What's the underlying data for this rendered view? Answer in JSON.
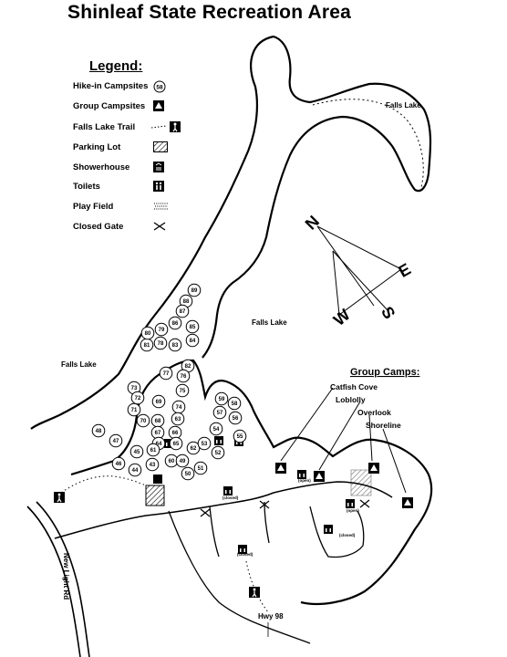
{
  "title": "Shinleaf State Recreation Area",
  "legend": {
    "title": "Legend:",
    "items": [
      {
        "label": "Hike-in Campsites",
        "symbol": "58"
      },
      {
        "label": "Group Campsites",
        "symbol": "group-campsite-icon"
      },
      {
        "label": "Falls Lake Trail",
        "symbol": "hiker-icon"
      },
      {
        "label": "Parking Lot",
        "symbol": "hatched-square-icon"
      },
      {
        "label": "Showerhouse",
        "symbol": "showerhouse-icon"
      },
      {
        "label": "Toilets",
        "symbol": "toilet-icon"
      },
      {
        "label": "Play Field",
        "symbol": "play-field-icon"
      },
      {
        "label": "Closed Gate",
        "symbol": "closed-gate-icon"
      }
    ]
  },
  "water_labels": [
    "Falls Lake",
    "Falls Lake",
    "Falls Lake"
  ],
  "compass": [
    "N",
    "E",
    "S",
    "W"
  ],
  "group_camps": {
    "title": "Group Camps:",
    "names": [
      "Catfish Cove",
      "Loblolly",
      "Overlook",
      "Shoreline"
    ]
  },
  "roads": [
    "New Light Rd",
    "Hwy 98"
  ],
  "toilet_tags": [
    "(open)",
    "(open)",
    "(closed)",
    "(closed)",
    "(closed)"
  ],
  "campsites": [
    "89",
    "88",
    "87",
    "86",
    "85",
    "84",
    "83",
    "82",
    "81",
    "80",
    "79",
    "78",
    "77",
    "76",
    "75",
    "74",
    "73",
    "72",
    "71",
    "70",
    "69",
    "68",
    "67",
    "66",
    "65",
    "64",
    "63",
    "62",
    "61",
    "60",
    "59",
    "58",
    "57",
    "56",
    "55",
    "54",
    "53",
    "52",
    "51",
    "50",
    "49",
    "48",
    "47",
    "46",
    "45",
    "44",
    "43"
  ]
}
